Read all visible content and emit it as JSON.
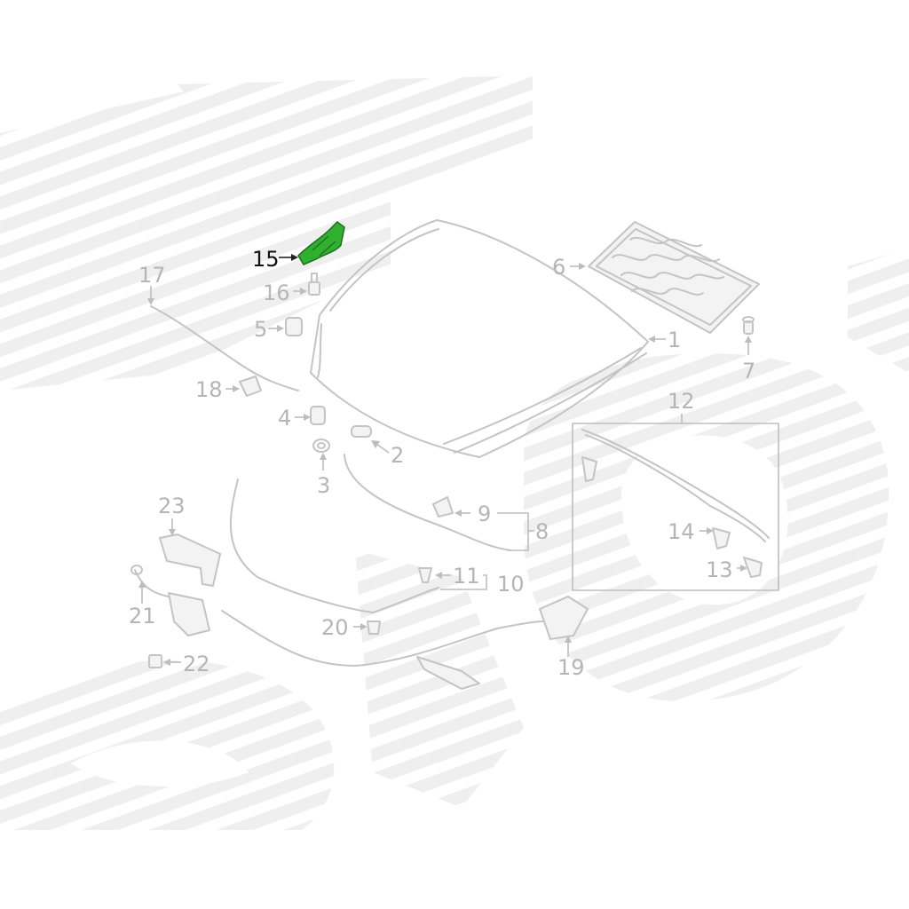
{
  "colors": {
    "highlight_part": "#2fb02f",
    "callout_gray": "#b5b5b5",
    "callout_highlight": "#111111",
    "watermark": "#efefef"
  },
  "callouts": {
    "c1": "1",
    "c2": "2",
    "c3": "3",
    "c4": "4",
    "c5": "5",
    "c6": "6",
    "c7": "7",
    "c8": "8",
    "c9": "9",
    "c10": "10",
    "c11": "11",
    "c12": "12",
    "c13": "13",
    "c14": "14",
    "c15": "15",
    "c16": "16",
    "c17": "17",
    "c18": "18",
    "c19": "19",
    "c20": "20",
    "c21": "21",
    "c22": "22",
    "c23": "23"
  },
  "highlighted_part": "15"
}
